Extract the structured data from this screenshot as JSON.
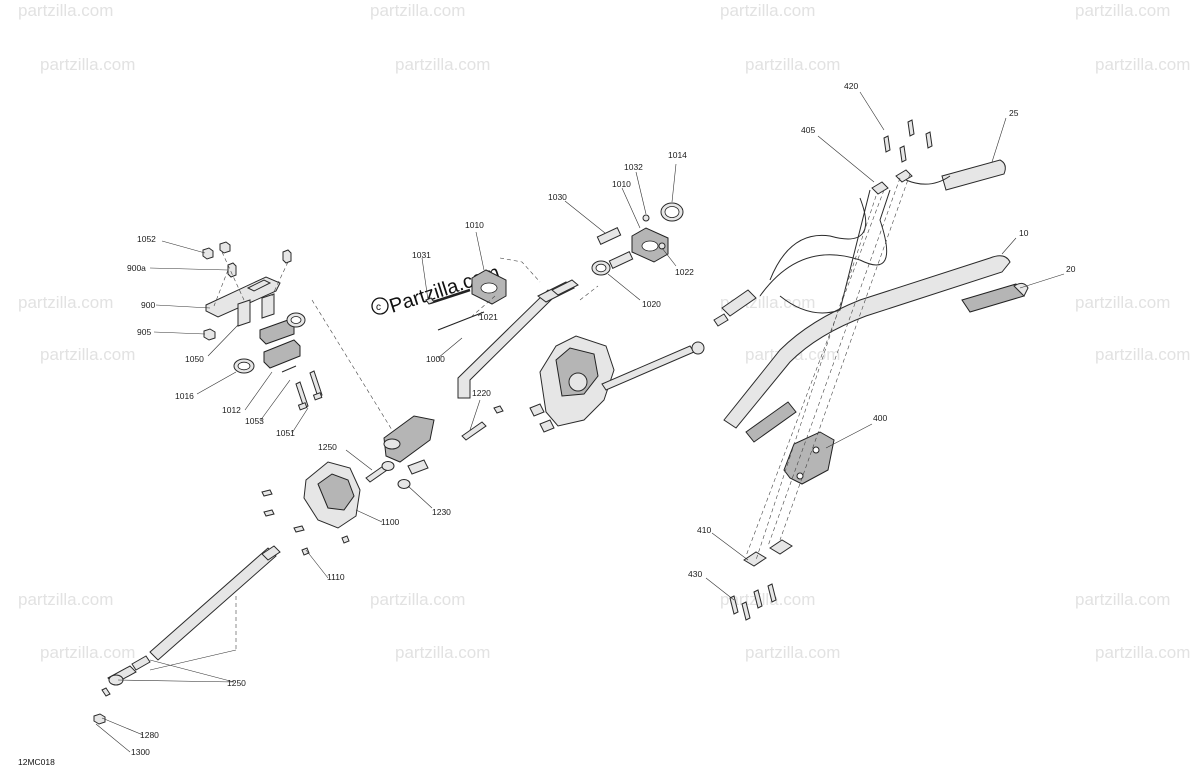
{
  "watermark": {
    "text": "partzilla.com",
    "center_text": "Partzilla.com"
  },
  "diagram": {
    "code": "12MC018",
    "callouts": {
      "c1052": "1052",
      "c900a": "900a",
      "c900": "900",
      "c905": "905",
      "c1050": "1050",
      "c1016": "1016",
      "c1012": "1012",
      "c1053": "1053",
      "c1051": "1051",
      "c1010a": "1010",
      "c1031": "1031",
      "c1021": "1021",
      "c1000": "1000",
      "c1030": "1030",
      "c1010b": "1010",
      "c1032": "1032",
      "c1014": "1014",
      "c1022": "1022",
      "c1020": "1020",
      "c1220": "1220",
      "c1250a": "1250",
      "c1230": "1230",
      "c1100": "1100",
      "c1110": "1110",
      "c1250b": "1250",
      "c1280": "1280",
      "c1300": "1300",
      "c420": "420",
      "c405": "405",
      "c25": "25",
      "c10": "10",
      "c20": "20",
      "c400": "400",
      "c410": "410",
      "c430": "430"
    }
  }
}
